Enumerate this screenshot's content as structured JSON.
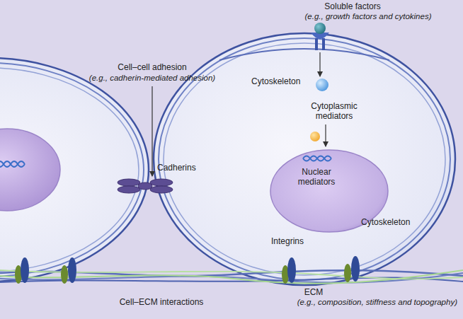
{
  "diagram": {
    "nodes": [
      {
        "text": [
          "Cytoskeleton",
          "Cytoplasmic mediators",
          "Cytoskeleton"
        ]
      },
      {
        "text": [
          "Nuclear mediators"
        ],
        "in": 0
      }
    ],
    "labels": [
      "Soluble factors",
      "(e.g., growth factors and cytokines)",
      "Cell–cell adhesion",
      "(e.g., cadherin-mediated adhesion)",
      "Cadherins",
      "Integrins",
      "Cell–ECM interactions",
      "ECM",
      "(e.g., composition, stiffness and topography)"
    ]
  }
}
